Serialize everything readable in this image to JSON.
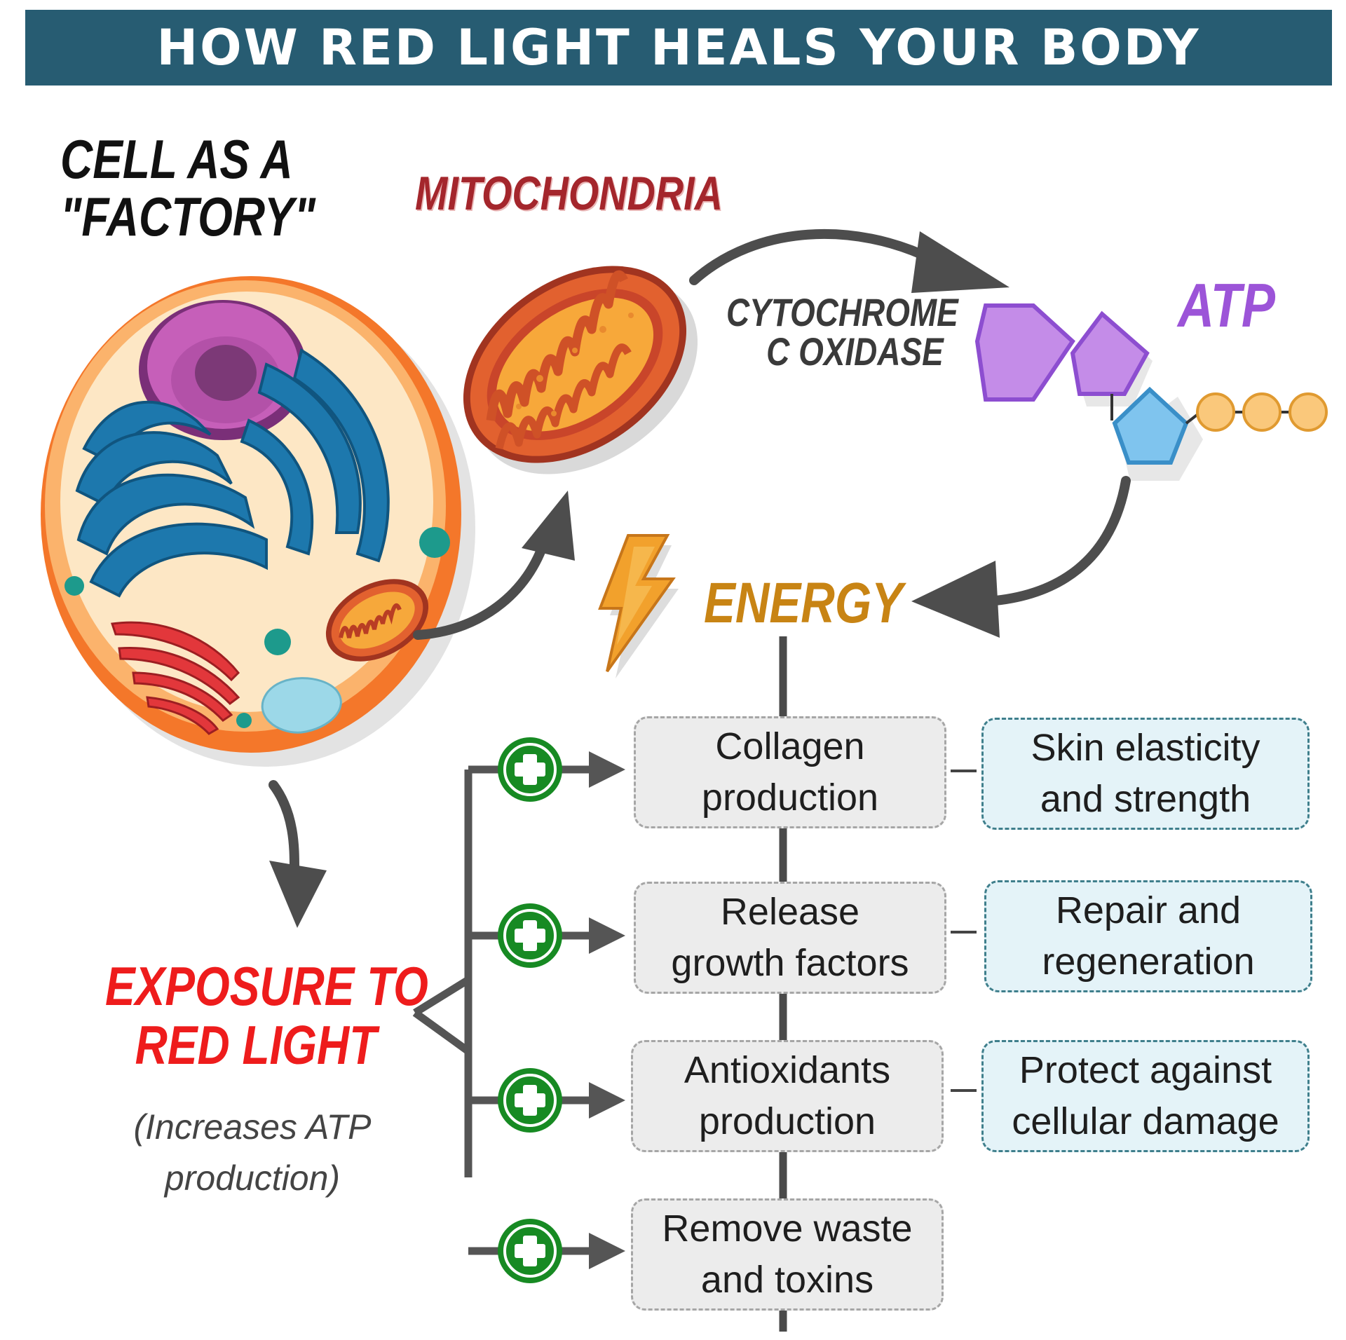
{
  "title": "HOW RED LIGHT HEALS YOUR BODY",
  "cell_label": [
    "CELL AS A",
    "\"FACTORY\""
  ],
  "mitochondria_label": "MITOCHONDRIA",
  "enzyme_label": [
    "CYTOCHROME",
    "C OXIDASE"
  ],
  "atp_label": "ATP",
  "energy_label": "ENERGY",
  "exposure": {
    "lines": [
      "EXPOSURE TO",
      "RED LIGHT"
    ],
    "note": [
      "(Increases ATP",
      "production)"
    ]
  },
  "processes": [
    {
      "lines": [
        "Collagen",
        "production"
      ],
      "effect": [
        "Skin elasticity",
        "and strength"
      ]
    },
    {
      "lines": [
        "Release",
        "growth factors"
      ],
      "effect": [
        "Repair and",
        "regeneration"
      ]
    },
    {
      "lines": [
        "Antioxidants",
        "production"
      ],
      "effect": [
        "Protect against",
        "cellular damage"
      ]
    },
    {
      "lines": [
        "Remove waste",
        "and toxins"
      ],
      "effect": []
    }
  ],
  "colors": {
    "header_bg": "#275c72",
    "plus_icon": "#178a23",
    "arrow": "#4d4d4d",
    "exposure_text": "#ee1c1c",
    "mitochondria_text": "#a4262c",
    "atp_text": "#9c54d8",
    "energy_text": "#c88414"
  }
}
